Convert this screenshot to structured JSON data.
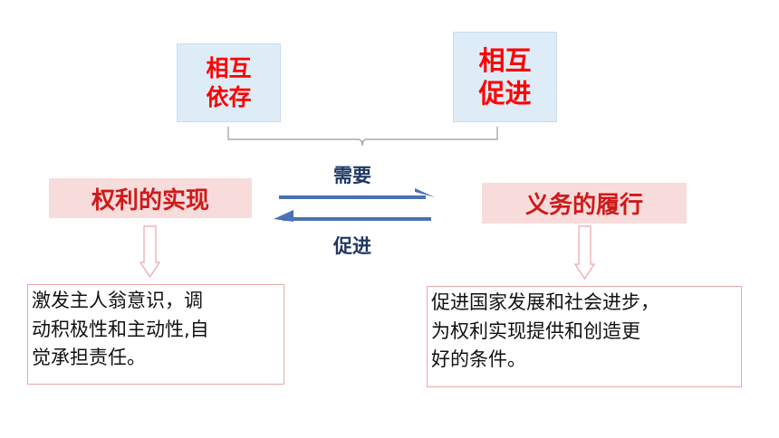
{
  "top_labels": {
    "left_line1": "相互",
    "left_line2": "依存",
    "right_line1": "相互",
    "right_line2": "促进"
  },
  "concepts": {
    "left": "权利的实现",
    "right": "义务的履行"
  },
  "arrows": {
    "top_label": "需要",
    "bottom_label": "促进"
  },
  "descriptions": {
    "left_lines": [
      "激发主人翁意识，调",
      "动积极性和主动性,自",
      "觉承担责任。"
    ],
    "right_lines": [
      "促进国家发展和社会进步，",
      "为权利实现提供和创造更",
      "好的条件。"
    ]
  },
  "colors": {
    "pill_bg": "#deecf7",
    "pill_text": "#ff0000",
    "concept_bg": "#f8dcdc",
    "concept_text": "#d01919",
    "arrow": "#4a70b5",
    "label_text": "#1f3864",
    "box_border": "#e8a8a8"
  }
}
